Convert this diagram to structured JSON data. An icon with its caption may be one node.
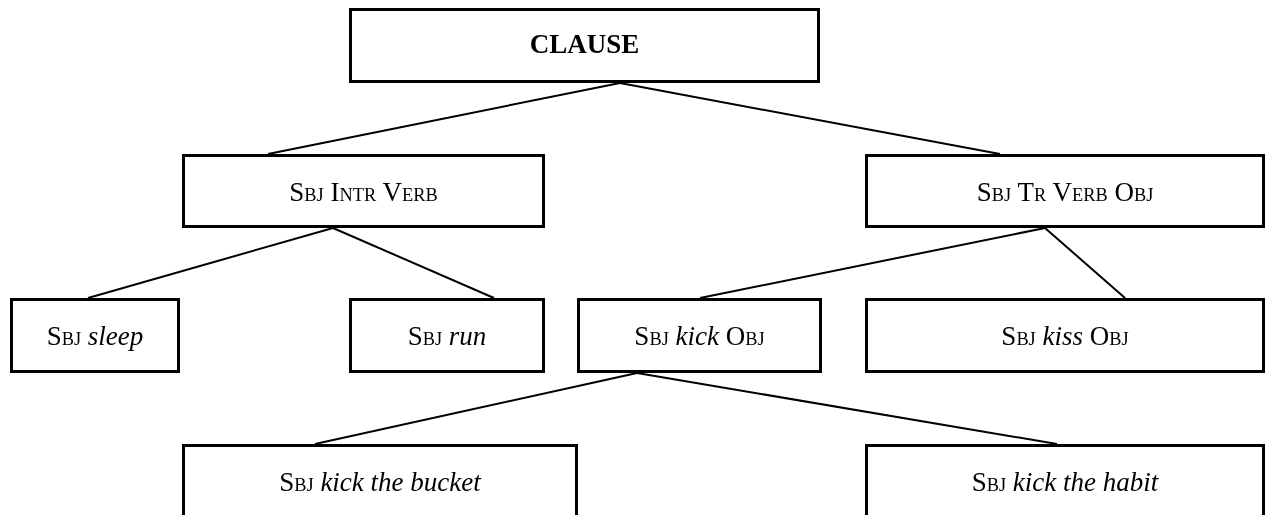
{
  "diagram": {
    "nodes": [
      {
        "text": [
          "CLAUSE"
        ]
      },
      {
        "text": [
          "S$_{BJ}$ I$_{NTR}$ V$_{ERB}$"
        ]
      },
      {
        "text": [
          "S$_{BJ}$ T$_{R}$ V$_{ERB}$ O$_{BJ}$"
        ]
      },
      {
        "text": [
          "S$_{BJ}$ *sleep*"
        ]
      },
      {
        "text": [
          "S$_{BJ}$ *run*"
        ]
      },
      {
        "text": [
          "S$_{BJ}$ *kick* O$_{BJ}$"
        ]
      },
      {
        "text": [
          "S$_{BJ}$ *kiss* O$_{BJ}$"
        ]
      },
      {
        "text": [
          "S$_{BJ}$ *kick the bucket*"
        ]
      },
      {
        "text": [
          "S$_{BJ}$ *kick the habit*"
        ]
      }
    ],
    "edges": [
      {
        "from": 0,
        "to": 1,
        "arrow": "none"
      },
      {
        "from": 0,
        "to": 2,
        "arrow": "none"
      },
      {
        "from": 1,
        "to": 3,
        "arrow": "none"
      },
      {
        "from": 1,
        "to": 4,
        "arrow": "none"
      },
      {
        "from": 2,
        "to": 5,
        "arrow": "none"
      },
      {
        "from": 2,
        "to": 6,
        "arrow": "none"
      },
      {
        "from": 5,
        "to": 7,
        "arrow": "none"
      },
      {
        "from": 5,
        "to": 8,
        "arrow": "none"
      }
    ]
  }
}
